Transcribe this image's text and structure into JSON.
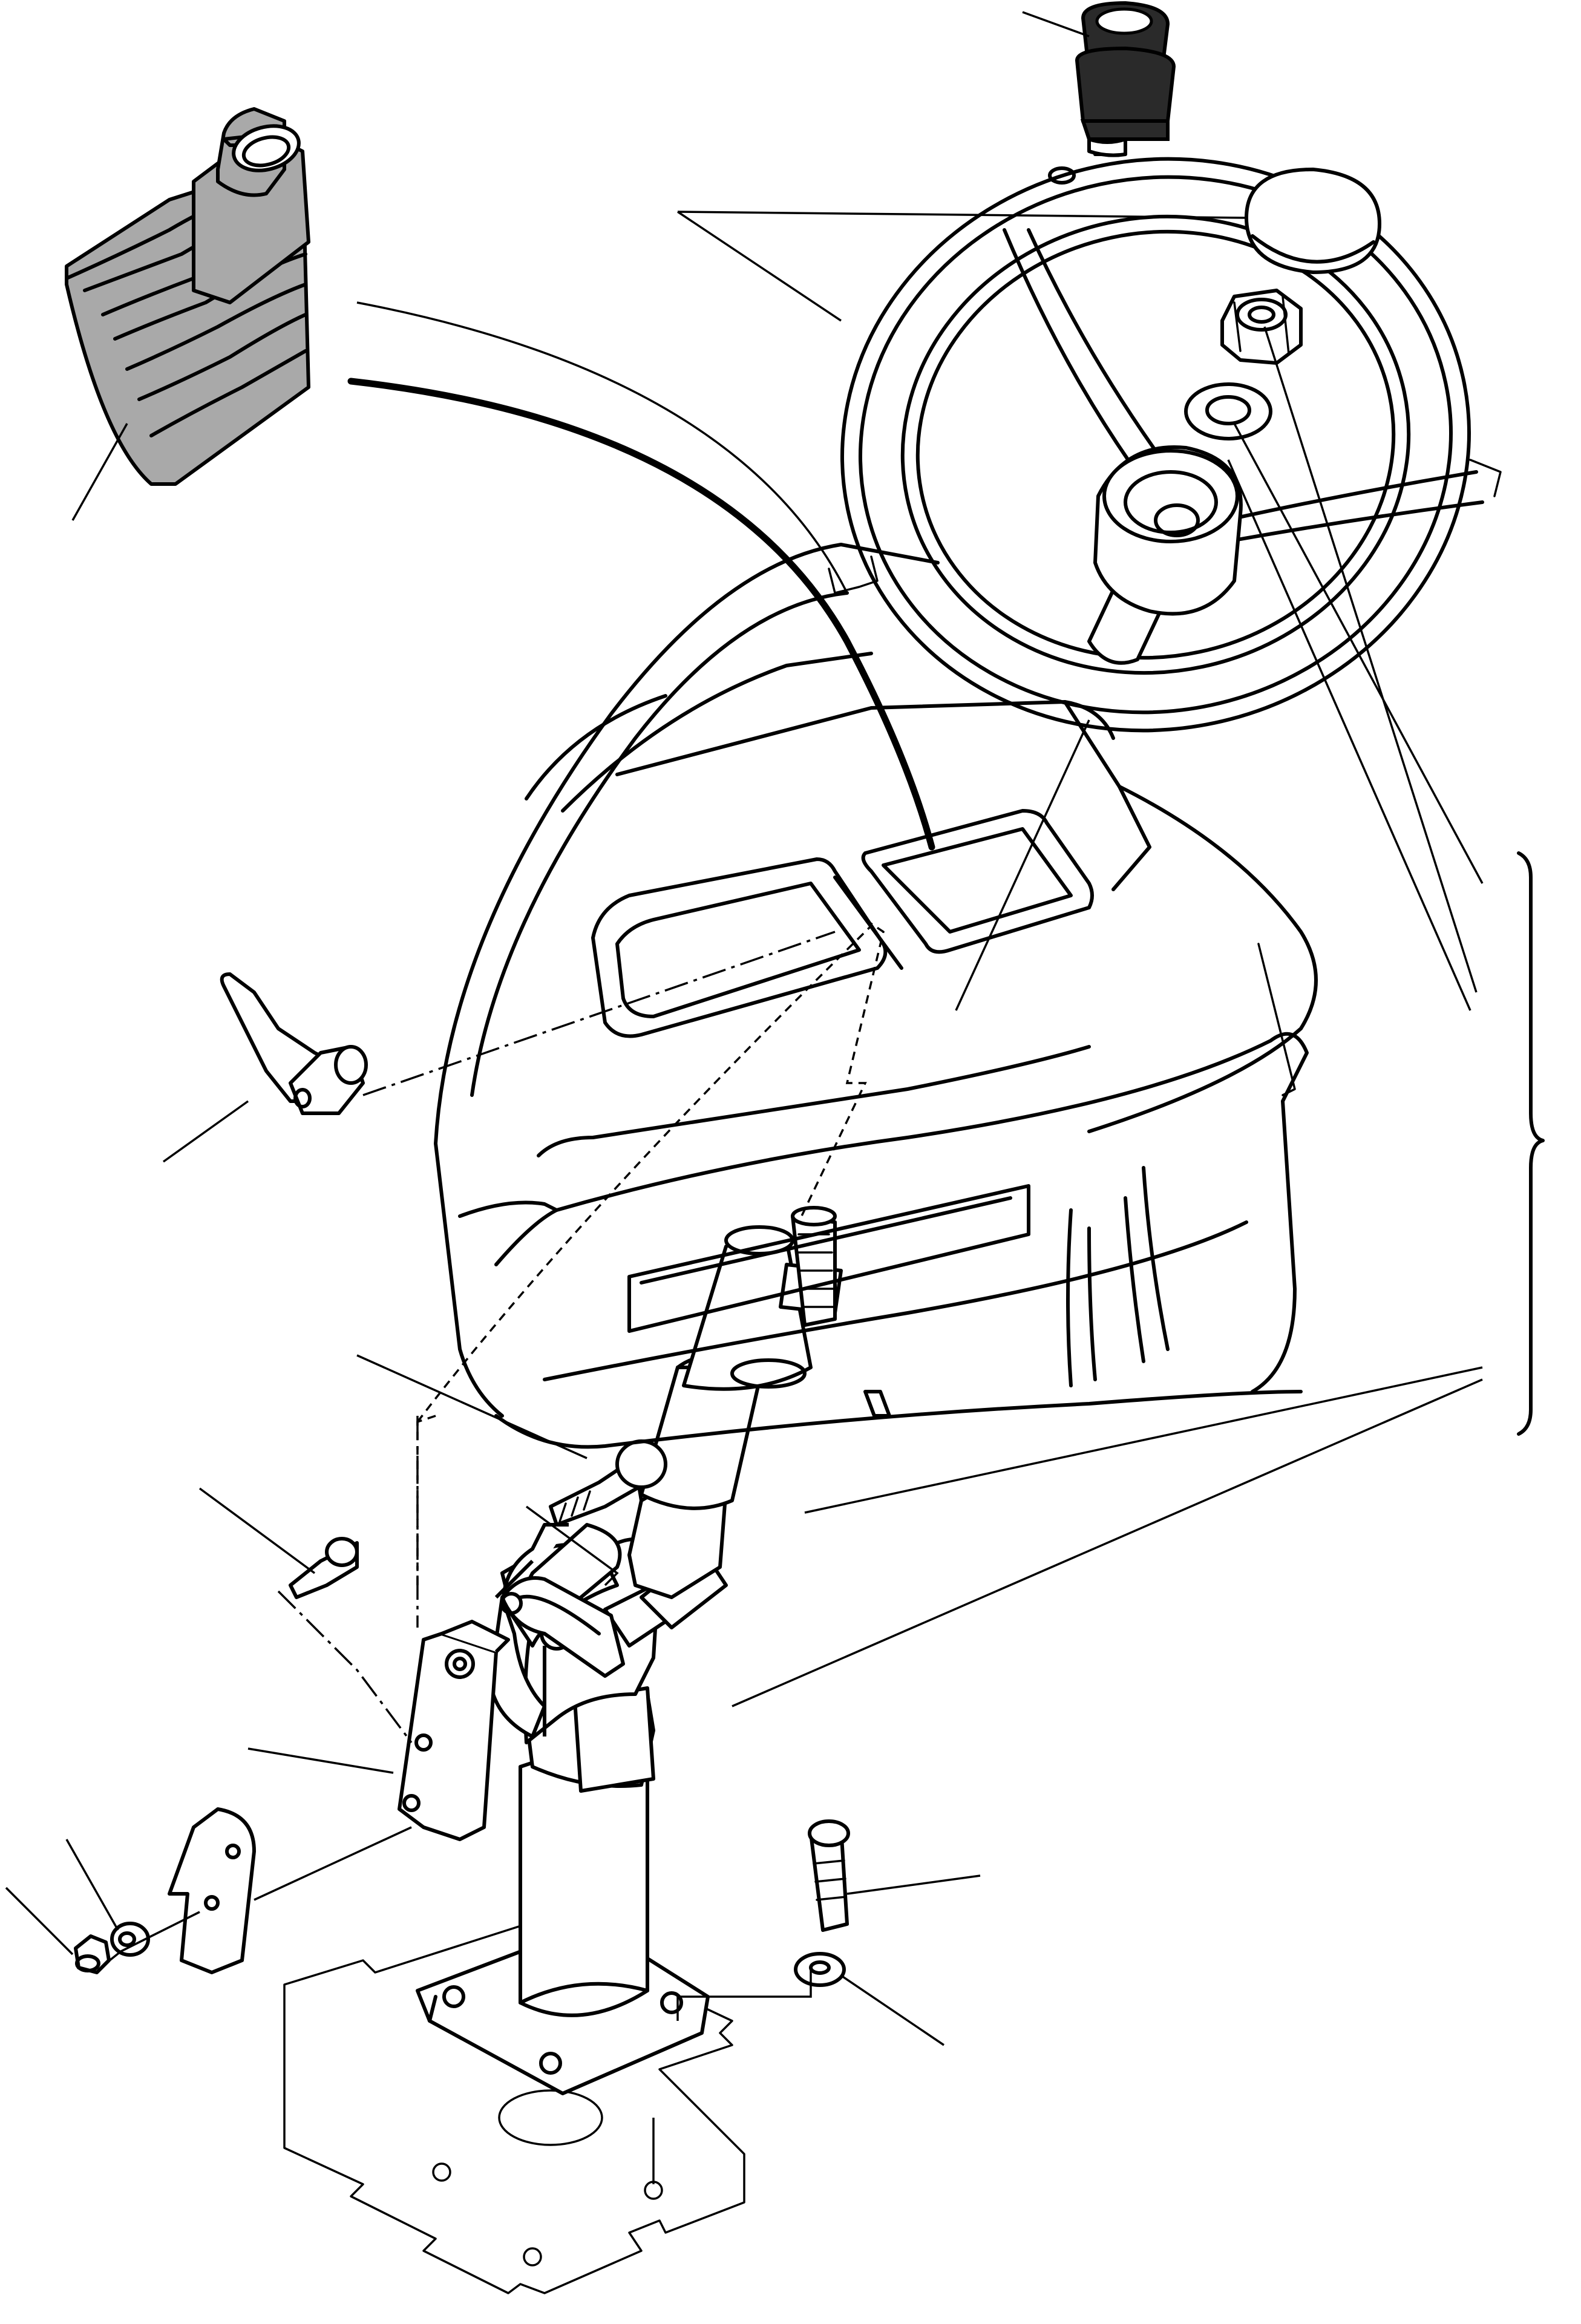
{
  "diagram": {
    "parts": [
      {
        "name": "gear-lever-knob"
      },
      {
        "name": "steering-wheel"
      },
      {
        "name": "horn-cap"
      },
      {
        "name": "steering-nut"
      },
      {
        "name": "washer"
      },
      {
        "name": "gear-lever-boot"
      },
      {
        "name": "adjustment-lever"
      },
      {
        "name": "console-cowl"
      },
      {
        "name": "steering-column"
      },
      {
        "name": "column-bracket"
      },
      {
        "name": "mounting-plate"
      },
      {
        "name": "socket-head-screw"
      },
      {
        "name": "nut"
      },
      {
        "name": "base-flange"
      },
      {
        "name": "floor-panel"
      }
    ],
    "colors": {
      "line": "#000000",
      "boot-shade": "#a9a9a9",
      "knob-shade": "#2a2a2a",
      "background": "#ffffff"
    }
  }
}
